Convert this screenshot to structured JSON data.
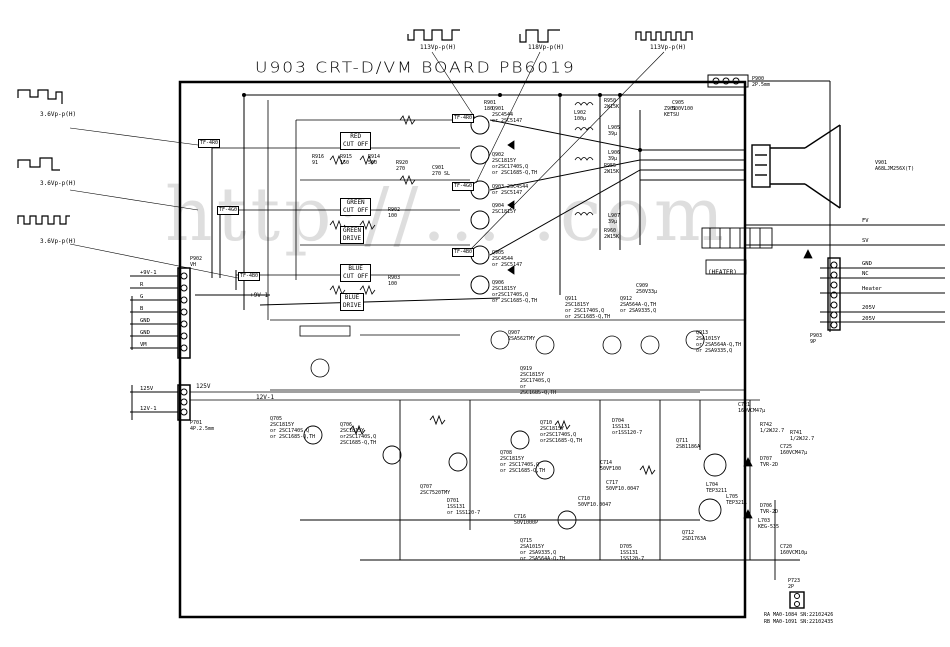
{
  "board_title": "U903 CRT-D/VM BOARD PB6019",
  "watermark": "http://...   .com",
  "waveforms": {
    "left": [
      "3.6Vp-p(H)",
      "3.6Vp-p(H)",
      "3.6Vp-p(H)"
    ],
    "top": [
      "113Vp-p(H)",
      "118Vp-p(H)",
      "113Vp-p(H)"
    ]
  },
  "test_points": [
    "TF-4R0",
    "TF-4G0",
    "TF-4B0",
    "TF-4R0",
    "TF-4G0",
    "TF-4B0"
  ],
  "blocks": {
    "red_cutoff": "RED\nCUT OFF",
    "green_cutoff": "GREEN\nCUT OFF",
    "green_drive": "GREEN\nDRIVE",
    "blue_cutoff": "BLUE\nCUT OFF",
    "blue_drive": "BLUE\nDRIVE",
    "heater": "(HEATER)"
  },
  "transistors": {
    "q901": "Q901\n2SC4544\nor 2SC5147",
    "q902": "Q902\n2SC1815Y\nor2SC1740S,Q\nor 2SC1685-Q,TH",
    "q903": "Q903 2SC4544\nor 2SC5147",
    "q904": "Q904\n2SC1815Y",
    "q905": "Q905\n2SC4544\nor 2SC5147",
    "q906": "Q906\n2SC1815Y\nor2SC1740S,Q\nor 2SC1685-Q,TH",
    "q907": "Q907\n2SA562TMY",
    "q911": "Q911\n2SC1815Y\nor 2SC1740S,Q\nor 2SC1685-Q,TH",
    "q912": "Q912\n2SA564A-Q,TH\nor 2SA9335,Q",
    "q913": "Q913\n2SA1015Y\nor 2SA564A-Q,TH\nor 2SA9335,Q",
    "q919": "Q919\n2SC1815Y\n2SC1740S,Q\nor\n2SC1685-Q,TH",
    "q705": "Q705\n2SC1815Y\nor 2SC1740S,Q\nor 2SC1685-Q,TH",
    "q706": "Q706\n2SC1815Y\nor2SC1740S,Q\n2SC1685-Q,TH",
    "q707": "Q707\n2SC7520TMY",
    "q708": "Q708\n2SC1815Y\nor 2SC1740S,Q\nor 2SC1685-Q,TH",
    "q710": "Q710\n2SC1815Y\nor2SC1740S,Q\nor2SC1685-Q,TH",
    "q711": "Q711\n2SB1186A",
    "q712": "Q712\n2SD1763A",
    "q715": "Q715\n2SA1015Y\nor 2SA9335,Q\nor 2SA564A-Q,TH",
    "v901": "V901\nA68LJM256X(T)"
  },
  "parts": {
    "r901": "R901\n180",
    "r902": "R902\n100",
    "r903": "R903\n100",
    "r916": "R916\n91",
    "r915": "R915\n150",
    "r914": "R914\n560",
    "c901": "C901\n270 SL",
    "r920": "R920\n270",
    "l902": "L902\n100μ",
    "l905": "L905\n39μ",
    "l906": "L906\n39μ",
    "l907": "L907\n39μ",
    "r950": "R950\n2W15K",
    "r955": "R955\n2W15K",
    "r960": "R960\n2W15K",
    "c905": "C905\n500V100",
    "z901": "Z901\nKETSU",
    "c909": "C909\n250V33μ",
    "d701": "D701\n1SS131\nor 1SS120-7",
    "d704": "D704\n1SS131\nor1SS120-7",
    "d705": "D705\n1SS131\n1SS120-7",
    "d706": "D706\nTVR-2D",
    "d707": "D707\nTVR-2D",
    "l705": "L705\nTEP3211",
    "l704": "L704\nTEP3211",
    "l703": "L703\nKEG-535",
    "c720": "C720\n160VCM10μ",
    "c721": "C721\n160VCM47μ",
    "c725": "C725\n160VCM47μ",
    "r741": "R741\n1/2WJ2.7",
    "r742": "R742\n1/2WJ2.7",
    "c710": "C710\n50VF10.0047",
    "c716": "C716\n50V1000P",
    "c717": "C717\n50VF10.0047",
    "c714": "C714\n50VF100"
  },
  "connectors": {
    "p902": "P902\nVH",
    "p902_pins": [
      "+9V-1",
      "R",
      "G",
      "B",
      "GND",
      "GND",
      "VM"
    ],
    "p701": "P701\n4P.2.5mm",
    "p701_pins": [
      "125V",
      "12V-1"
    ],
    "p900": "P900\n2P.5mm",
    "p903": "P903\n9P",
    "p903_pins": [
      "FV",
      "SV",
      "GND",
      "NC",
      "Heater",
      "205V",
      "205V"
    ],
    "p723": "P723\n2P"
  },
  "rails": {
    "p9v": "+9V-1",
    "v125": "125V",
    "v12": "12V-1",
    "v205": "205V"
  },
  "footnote": [
    "RA MA0-1084 SN:22102426",
    "RB MA0-1091 SN:22102435"
  ]
}
